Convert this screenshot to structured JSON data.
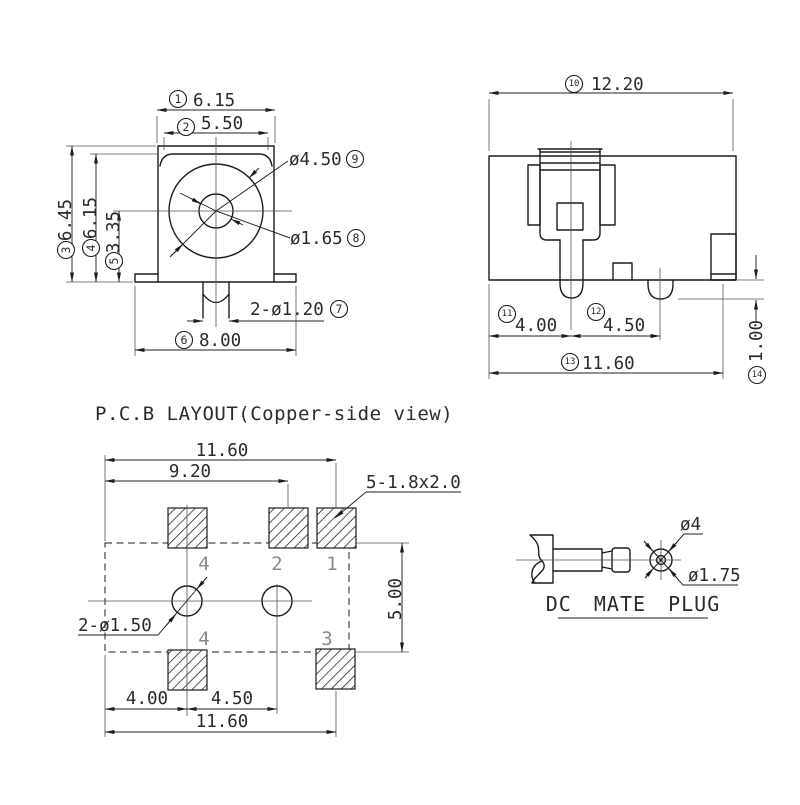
{
  "colors": {
    "line": "#1c1c1c",
    "text": "#2b2b2b",
    "pad_label": "#8a8a8a",
    "background": "#ffffff"
  },
  "front_view": {
    "dim_width_outer": {
      "balloon": "1",
      "value": "6.15"
    },
    "dim_width_inner": {
      "balloon": "2",
      "value": "5.50"
    },
    "dim_height_outer": {
      "balloon": "3",
      "value": "6.45"
    },
    "dim_height_inner": {
      "balloon": "4",
      "value": "6.15"
    },
    "dim_center_height": {
      "balloon": "5",
      "value": "3.35"
    },
    "dim_flange_width": {
      "balloon": "6",
      "value": "8.00"
    },
    "dim_pin": {
      "balloon": "7",
      "value": "2-ø1.20"
    },
    "dim_bore": {
      "balloon": "8",
      "value": "ø1.65"
    },
    "dim_barrel": {
      "balloon": "9",
      "value": "ø4.50"
    }
  },
  "side_view": {
    "dim_total_width": {
      "balloon": "10",
      "value": "12.20"
    },
    "dim_pin1_offset": {
      "balloon": "11",
      "value": "4.00"
    },
    "dim_pin_pitch": {
      "balloon": "12",
      "value": "4.50"
    },
    "dim_tab_span": {
      "balloon": "13",
      "value": "11.60"
    },
    "dim_standoff": {
      "balloon": "14",
      "value": "1.00"
    }
  },
  "pcb_layout": {
    "title": "P.C.B LAYOUT(Copper-side view)",
    "dim_span_top": "11.60",
    "dim_pad2_offset": "9.20",
    "pad_spec": "5-1.8x2.0",
    "hole_spec": "2-ø1.50",
    "dim_row_pitch": "5.00",
    "dim_hole1_offset": "4.00",
    "dim_hole_pitch": "4.50",
    "dim_span_bottom": "11.60",
    "pad_labels": {
      "top_left": "4",
      "top_mid": "2",
      "top_right": "1",
      "bottom_left": "4",
      "bottom_right": "3"
    }
  },
  "mate_plug": {
    "title": "DC MATE PLUG",
    "dim_outer": "ø4",
    "dim_tip": "ø1.75"
  }
}
